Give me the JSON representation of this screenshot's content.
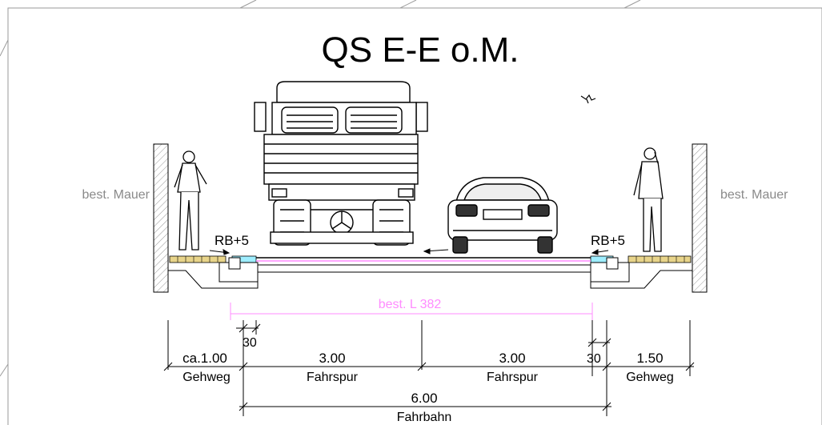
{
  "title": "QS E-E   o.M.",
  "labels": {
    "wall_left": "best. Mauer",
    "wall_right": "best. Mauer",
    "rb_left": "RB+5",
    "rb_right": "RB+5",
    "existing_road": "best. L 382"
  },
  "dimensions": {
    "d30_left": "30",
    "d30_right": "30",
    "sidewalk_left_width": "ca.1.00",
    "sidewalk_left_name": "Gehweg",
    "lane1_width": "3.00",
    "lane1_name": "Fahrspur",
    "lane2_width": "3.00",
    "lane2_name": "Fahrspur",
    "sidewalk_right_width": "1.50",
    "sidewalk_right_name": "Gehweg",
    "carriageway_width": "6.00",
    "carriageway_name": "Fahrbahn"
  },
  "colors": {
    "line": "#000000",
    "annotation_magenta": "#ff8cff",
    "paving": "#e8d48a",
    "gutter_cyan": "#9eeeff",
    "wall_hatch": "#9a9a9a",
    "label_gray": "#8a8a8a"
  }
}
